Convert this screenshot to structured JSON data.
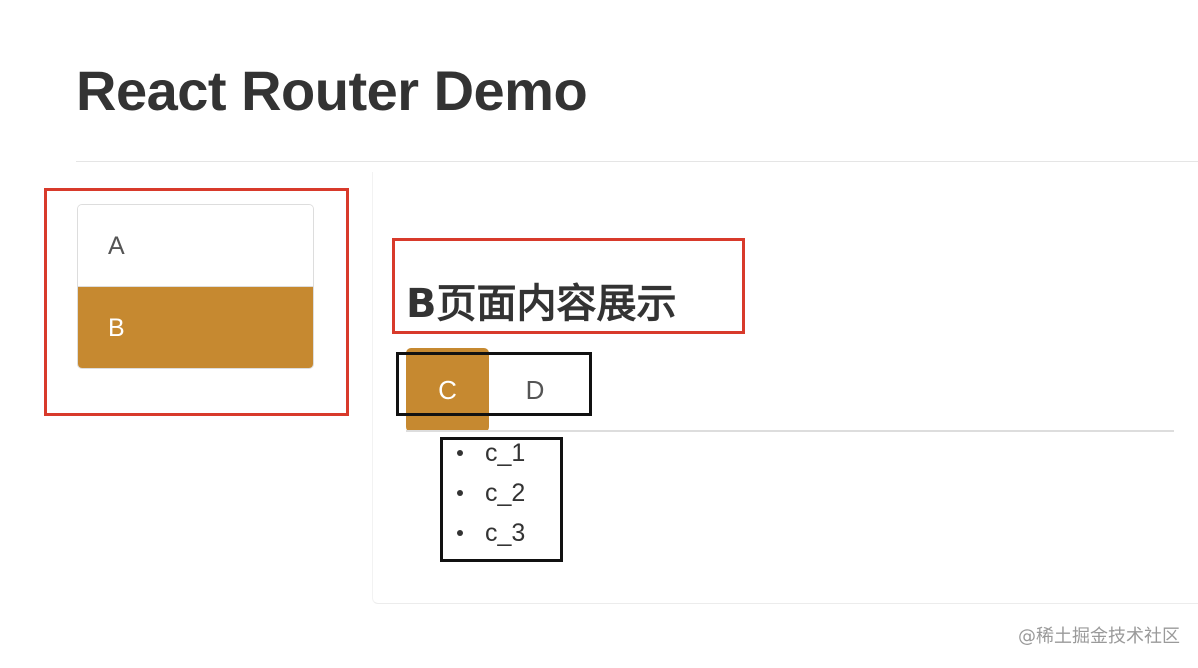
{
  "header": {
    "title": "React Router Demo"
  },
  "sidebar": {
    "items": [
      {
        "label": "A",
        "active": false
      },
      {
        "label": "B",
        "active": true
      }
    ]
  },
  "content": {
    "heading": "B页面内容展示",
    "tabs": [
      {
        "label": "C",
        "active": true
      },
      {
        "label": "D",
        "active": false
      }
    ],
    "list": [
      "c_1",
      "c_2",
      "c_3"
    ]
  },
  "watermark": {
    "text": "@稀土掘金技术社区"
  },
  "colors": {
    "accent": "#c68930",
    "annotation_red": "#d83a2b",
    "annotation_black": "#111111",
    "text": "#333333"
  }
}
